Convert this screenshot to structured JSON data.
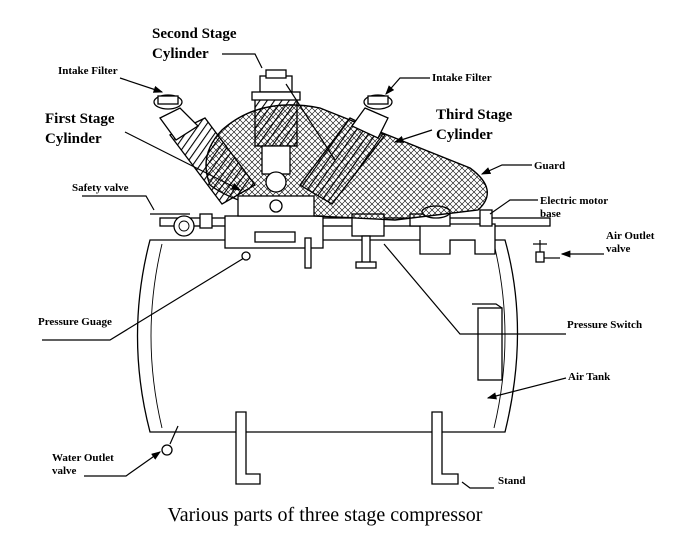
{
  "labels": {
    "second_stage": [
      "Second Stage",
      "Cylinder"
    ],
    "intake_filter_left": "Intake Filter",
    "intake_filter_right": "Intake Filter",
    "first_stage": [
      "First Stage",
      "Cylinder"
    ],
    "third_stage": [
      "Third Stage",
      "Cylinder"
    ],
    "guard": "Guard",
    "safety_valve": "Safety valve",
    "electric_motor_base": [
      "Electric motor",
      "base"
    ],
    "air_outlet_valve": [
      "Air Outlet",
      "valve"
    ],
    "pressure_gauge": "Pressure Guage",
    "pressure_switch": "Pressure Switch",
    "air_tank": "Air Tank",
    "water_outlet_valve": [
      "Water Outlet",
      "valve"
    ],
    "stand": "Stand"
  },
  "caption": "Various parts of three stage compressor"
}
